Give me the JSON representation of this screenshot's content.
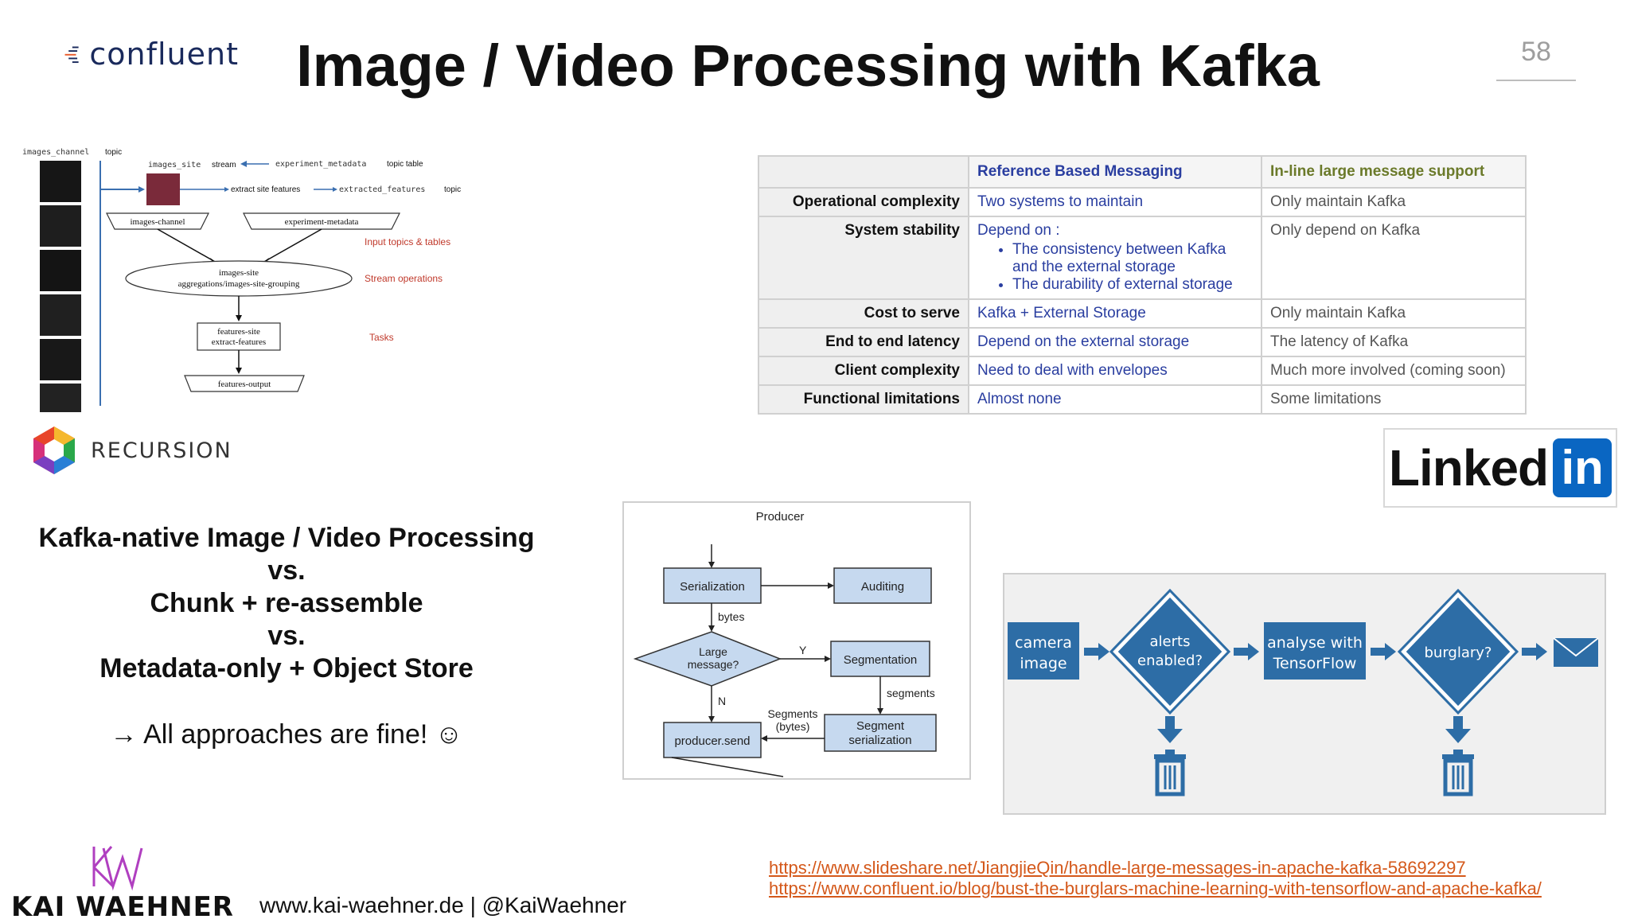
{
  "header": {
    "brand": "confluent",
    "title": "Image / Video Processing with Kafka",
    "page_number": "58"
  },
  "dag": {
    "images_channel": "images_channel",
    "topic": "topic",
    "images_site": "images_site",
    "stream": "stream",
    "experiment_metadata": "experiment_metadata",
    "topic_table": "topic table",
    "extract_site_features": "extract site features",
    "extracted_features": "extracted_features",
    "box_images_channel": "images-channel",
    "box_experiment_metadata": "experiment-metadata",
    "input_topics": "Input topics & tables",
    "images_site_node_1": "images-site",
    "images_site_node_2": "aggregations/images-site-grouping",
    "stream_operations": "Stream operations",
    "features_site_1": "features-site",
    "features_site_2": "extract-features",
    "tasks": "Tasks",
    "features_output": "features-output"
  },
  "recursion": {
    "label": "RECURSION"
  },
  "center": {
    "line1": "Kafka-native Image / Video Processing",
    "line2": "vs.",
    "line3": "Chunk + re-assemble",
    "line4": "vs.",
    "line5": "Metadata-only + Object Store",
    "approaches": "→ All approaches are fine! ☺"
  },
  "table": {
    "headers": [
      "",
      "Reference Based Messaging",
      "In-line large message support"
    ],
    "rows": [
      {
        "label": "Operational complexity",
        "ref": "Two systems to maintain",
        "inline": "Only maintain Kafka"
      },
      {
        "label": "System stability",
        "ref": "Depend on :",
        "ref_bullets": [
          "The consistency between Kafka and the external storage",
          "The durability of external storage"
        ],
        "inline": "Only depend on Kafka"
      },
      {
        "label": "Cost to serve",
        "ref": "Kafka + External Storage",
        "inline": "Only maintain Kafka"
      },
      {
        "label": "End to end latency",
        "ref": "Depend on the external storage",
        "inline": "The latency of Kafka"
      },
      {
        "label": "Client complexity",
        "ref": "Need to deal with envelopes",
        "inline": "Much more involved (coming soon)"
      },
      {
        "label": "Functional limitations",
        "ref": "Almost none",
        "inline": "Some limitations"
      }
    ]
  },
  "linkedin": {
    "text": "Linked",
    "in": "in"
  },
  "producer": {
    "title": "Producer",
    "serialization": "Serialization",
    "auditing": "Auditing",
    "bytes": "bytes",
    "large_1": "Large",
    "large_2": "message?",
    "y": "Y",
    "n": "N",
    "segmentation": "Segmentation",
    "segments": "segments",
    "segments_bytes_1": "Segments",
    "segments_bytes_2": "(bytes)",
    "producer_send": "producer.send",
    "segment_ser_1": "Segment",
    "segment_ser_2": "serialization"
  },
  "flow": {
    "camera_1": "camera",
    "camera_2": "image",
    "alerts_1": "alerts",
    "alerts_2": "enabled?",
    "analyse_1": "analyse with",
    "analyse_2": "TensorFlow",
    "burglary": "burglary?"
  },
  "footer": {
    "author": "KAI WAEHNER",
    "website": "www.kai-waehner.de | @KaiWaehner",
    "link1": "https://www.slideshare.net/JiangjieQin/handle-large-messages-in-apache-kafka-58692297",
    "link2": "https://www.confluent.io/blog/bust-the-burglars-machine-learning-with-tensorflow-and-apache-kafka/"
  },
  "colors": {
    "flow_blue": "#2d6da6",
    "link_orange": "#d4581a",
    "ref_blue": "#2a3ea0",
    "linkedin_blue": "#0a66c2"
  }
}
